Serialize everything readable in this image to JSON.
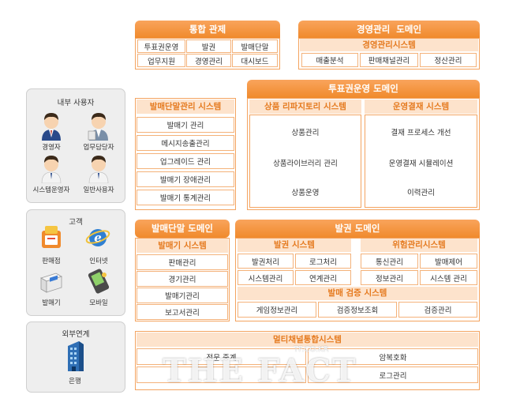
{
  "integrated_control": {
    "title": "통합 관제",
    "row1": [
      "투표권운영",
      "발권",
      "발매단말"
    ],
    "row2": [
      "업무지원",
      "경영관리",
      "대시보드"
    ]
  },
  "management_domain": {
    "title": "경영관리  도메인",
    "subtitle": "경영관리시스템",
    "items": [
      "매출분석",
      "판매채널관리",
      "정산관리"
    ]
  },
  "internal_users": {
    "title": "내부 사용자",
    "users": [
      "경영자",
      "업무담당자",
      "시스템운영자",
      "일반사용자"
    ]
  },
  "customers": {
    "title": "고객",
    "items": [
      "판매점",
      "인터넷",
      "발매기",
      "모바일"
    ]
  },
  "external": {
    "title": "외부연계",
    "items": [
      "은행"
    ]
  },
  "vote_domain": {
    "title": "투표권운영 도메인",
    "terminal_mgmt": {
      "title": "발매단말관리 시스템",
      "items": [
        "발매기 관리",
        "메시지송출관리",
        "업그레이드 관리",
        "발매기 장애관리",
        "발매기 통계관리"
      ]
    },
    "repository": {
      "title": "상품 리파지토리 시스템",
      "items": [
        "상품관리",
        "상품라이브러리 관리",
        "상품운영"
      ]
    },
    "payment": {
      "title": "운영결재 시스템",
      "items": [
        "결재 프로세스 개선",
        "운영결재 시뮬레이션",
        "이력관리"
      ]
    }
  },
  "terminal_domain": {
    "title": "발매단말 도메인",
    "subtitle": "발매기 시스템",
    "items": [
      "판매관리",
      "경기관리",
      "발매기관리",
      "보고서관리"
    ]
  },
  "ticket_domain": {
    "title": "발권 도메인",
    "ticket_system": {
      "title": "발권 시스템",
      "row1": [
        "발권처리",
        "로그처리"
      ],
      "row2": [
        "시스템관리",
        "연계관리"
      ]
    },
    "risk_system": {
      "title": "위험관리시스템",
      "row1": [
        "통신관리",
        "발매제어"
      ],
      "row2": [
        "정보관리",
        "시스템 관리"
      ]
    },
    "verify_system": {
      "title": "발매 검증 시스템",
      "items": [
        "게임정보관리",
        "검증정보조회",
        "검증관리"
      ]
    }
  },
  "multichannel": {
    "title": "멀티채널통합시스템",
    "row1_left": "전문 중계",
    "row1_right": "암복호화",
    "row2_right": "로그관리"
  },
  "watermark": {
    "text": "THE FACT",
    "small": "TF.CO.KR"
  }
}
